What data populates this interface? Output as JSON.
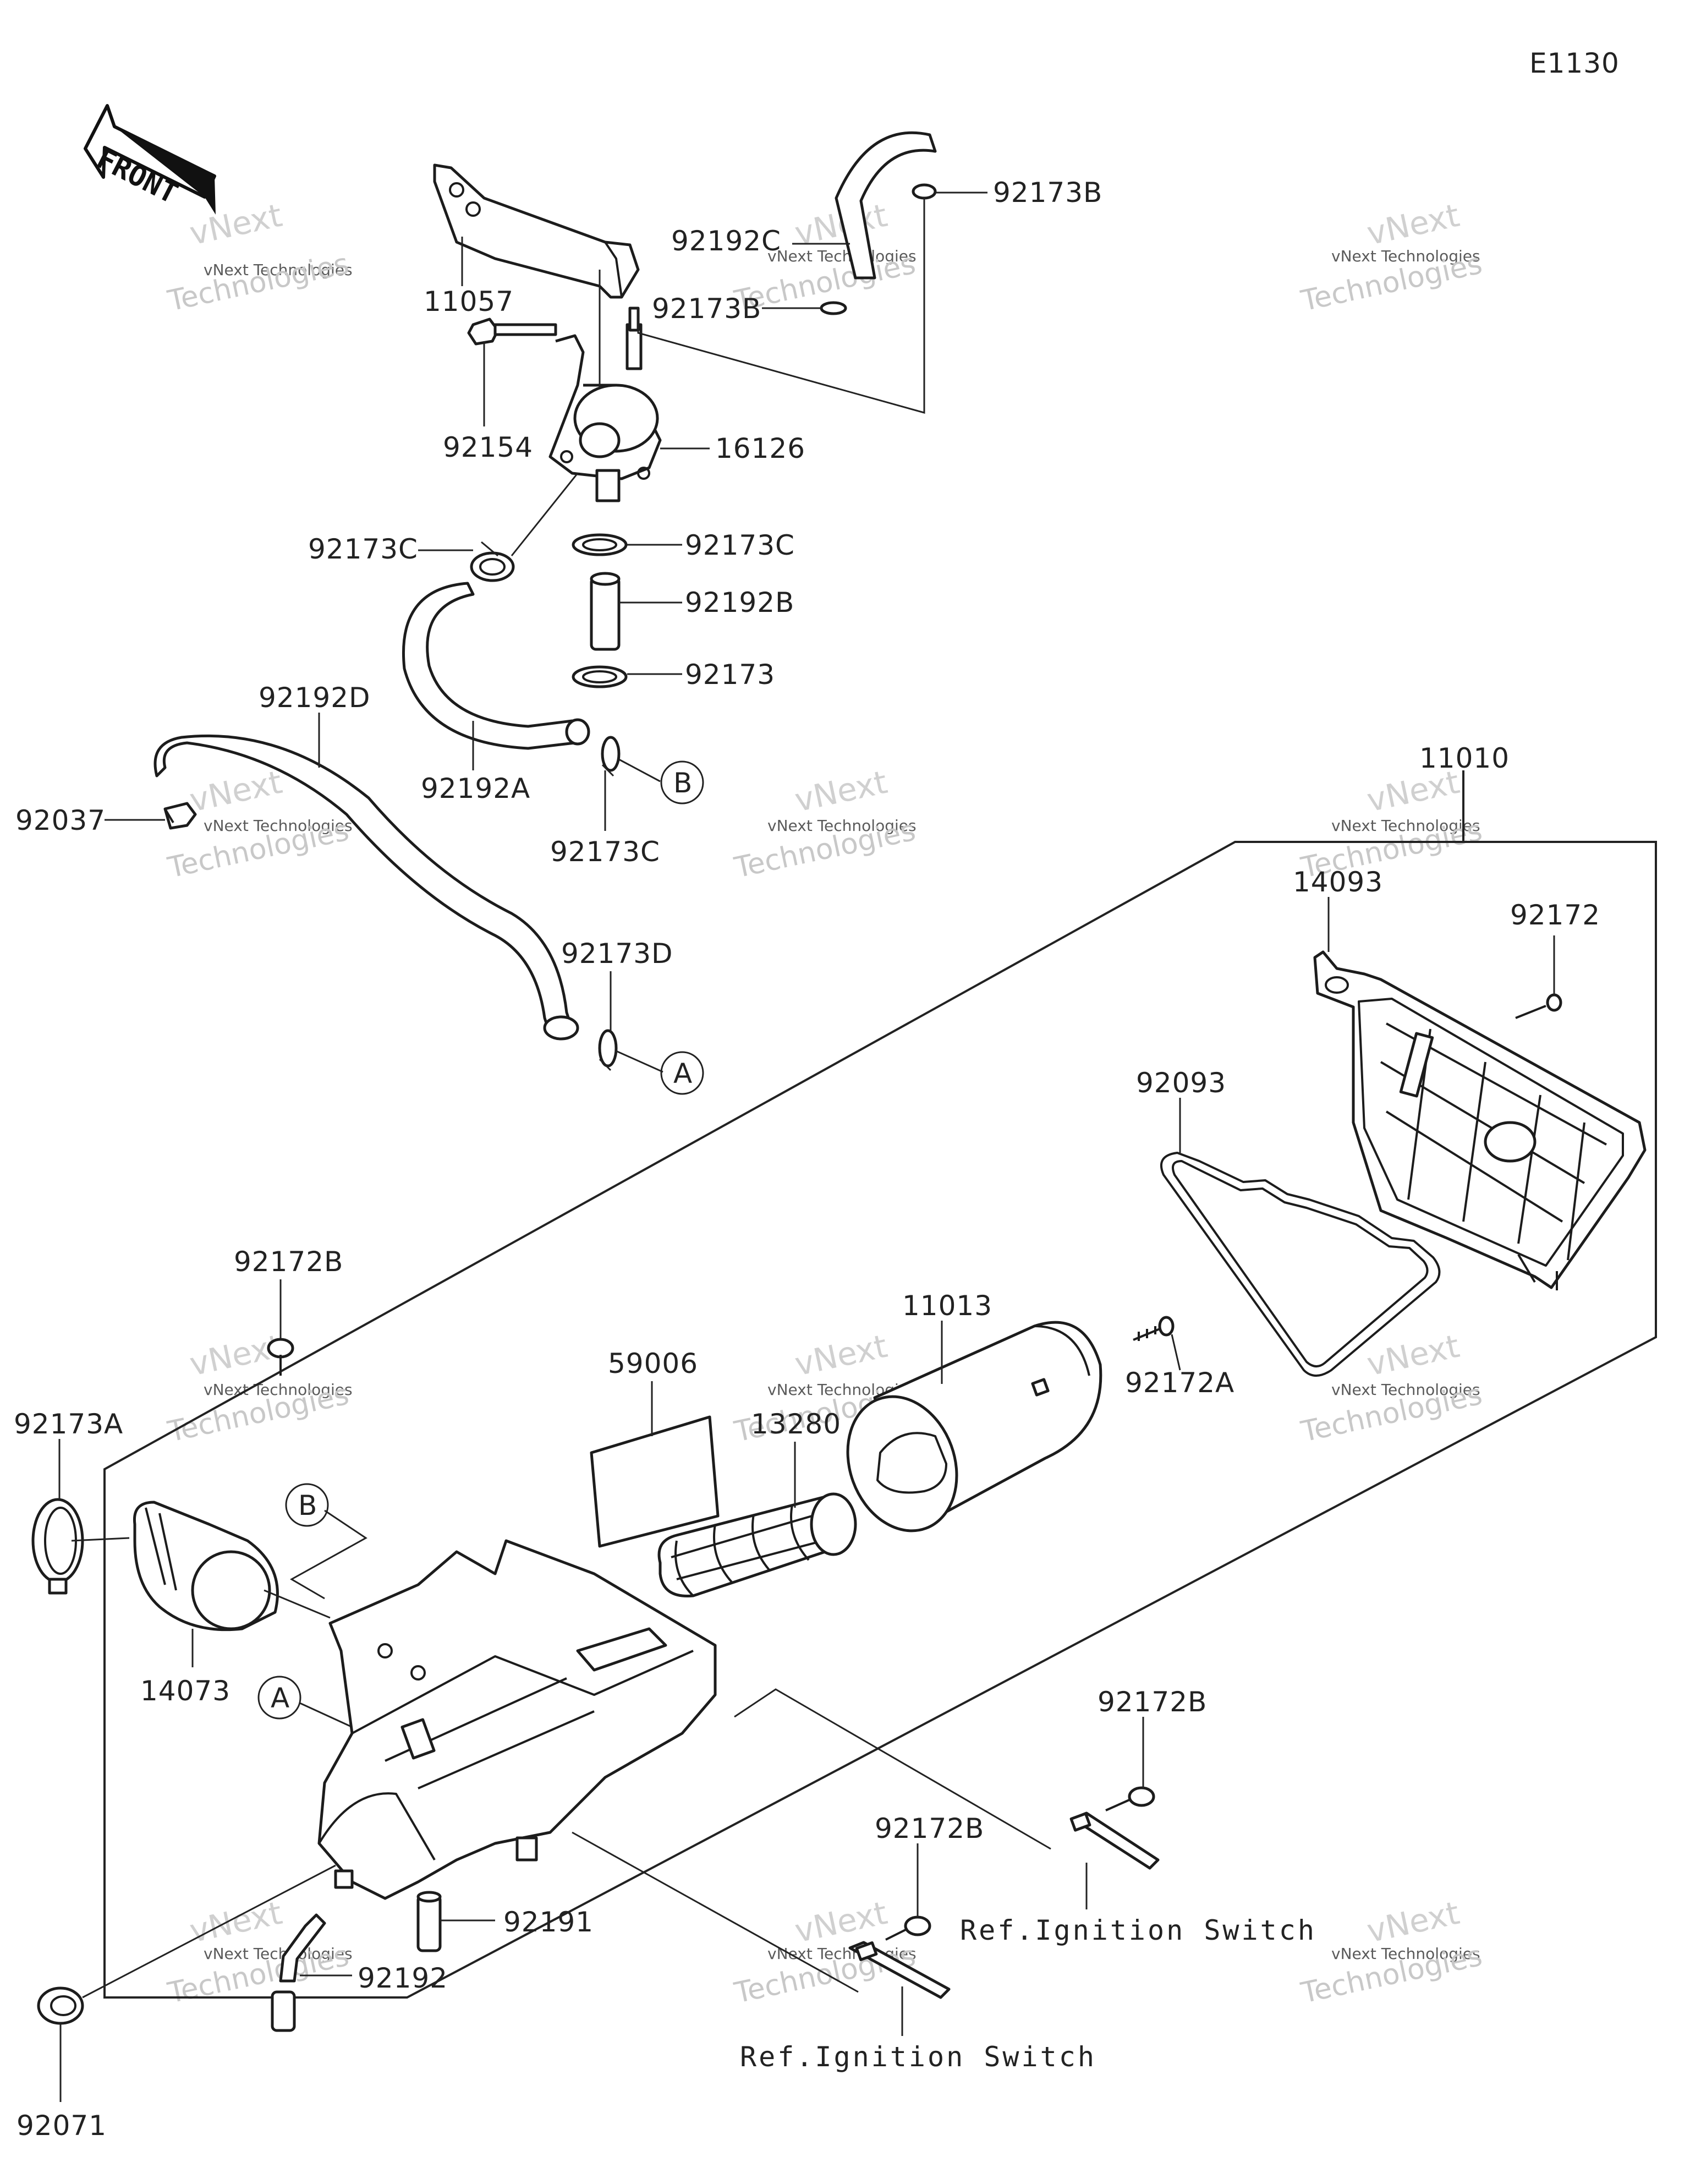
{
  "diagram_code": "E1130",
  "front_arrow": {
    "text": "FRONT",
    "icon": "front-direction-arrow-icon"
  },
  "watermark": {
    "line1": "vNext",
    "line2": "vNext Technologies",
    "line3": "Technologies"
  },
  "parts": {
    "p11057": "11057",
    "p92173B_top": "92173B",
    "p92192C": "92192C",
    "p92173B_mid": "92173B",
    "p92154": "92154",
    "p16126": "16126",
    "p92173C_left": "92173C",
    "p92173C_right": "92173C",
    "p92192B": "92192B",
    "p92173": "92173",
    "p92192D": "92192D",
    "p92192A": "92192A",
    "p92037": "92037",
    "p92173C_low": "92173C",
    "p92173D": "92173D",
    "p11010": "11010",
    "p14093": "14093",
    "p92172": "92172",
    "p92093": "92093",
    "p92172B_left": "92172B",
    "p11013": "11013",
    "p59006": "59006",
    "p13280": "13280",
    "p92172A": "92172A",
    "p92173A": "92173A",
    "p14073": "14073",
    "p92172B_right": "92172B",
    "p92172B_mid": "92172B",
    "p92191": "92191",
    "p92192": "92192",
    "p92071": "92071"
  },
  "callouts": {
    "a1": "A",
    "a2": "A",
    "b1": "B",
    "b2": "B"
  },
  "references": {
    "ign1": "Ref.Ignition Switch",
    "ign2": "Ref.Ignition Switch"
  }
}
